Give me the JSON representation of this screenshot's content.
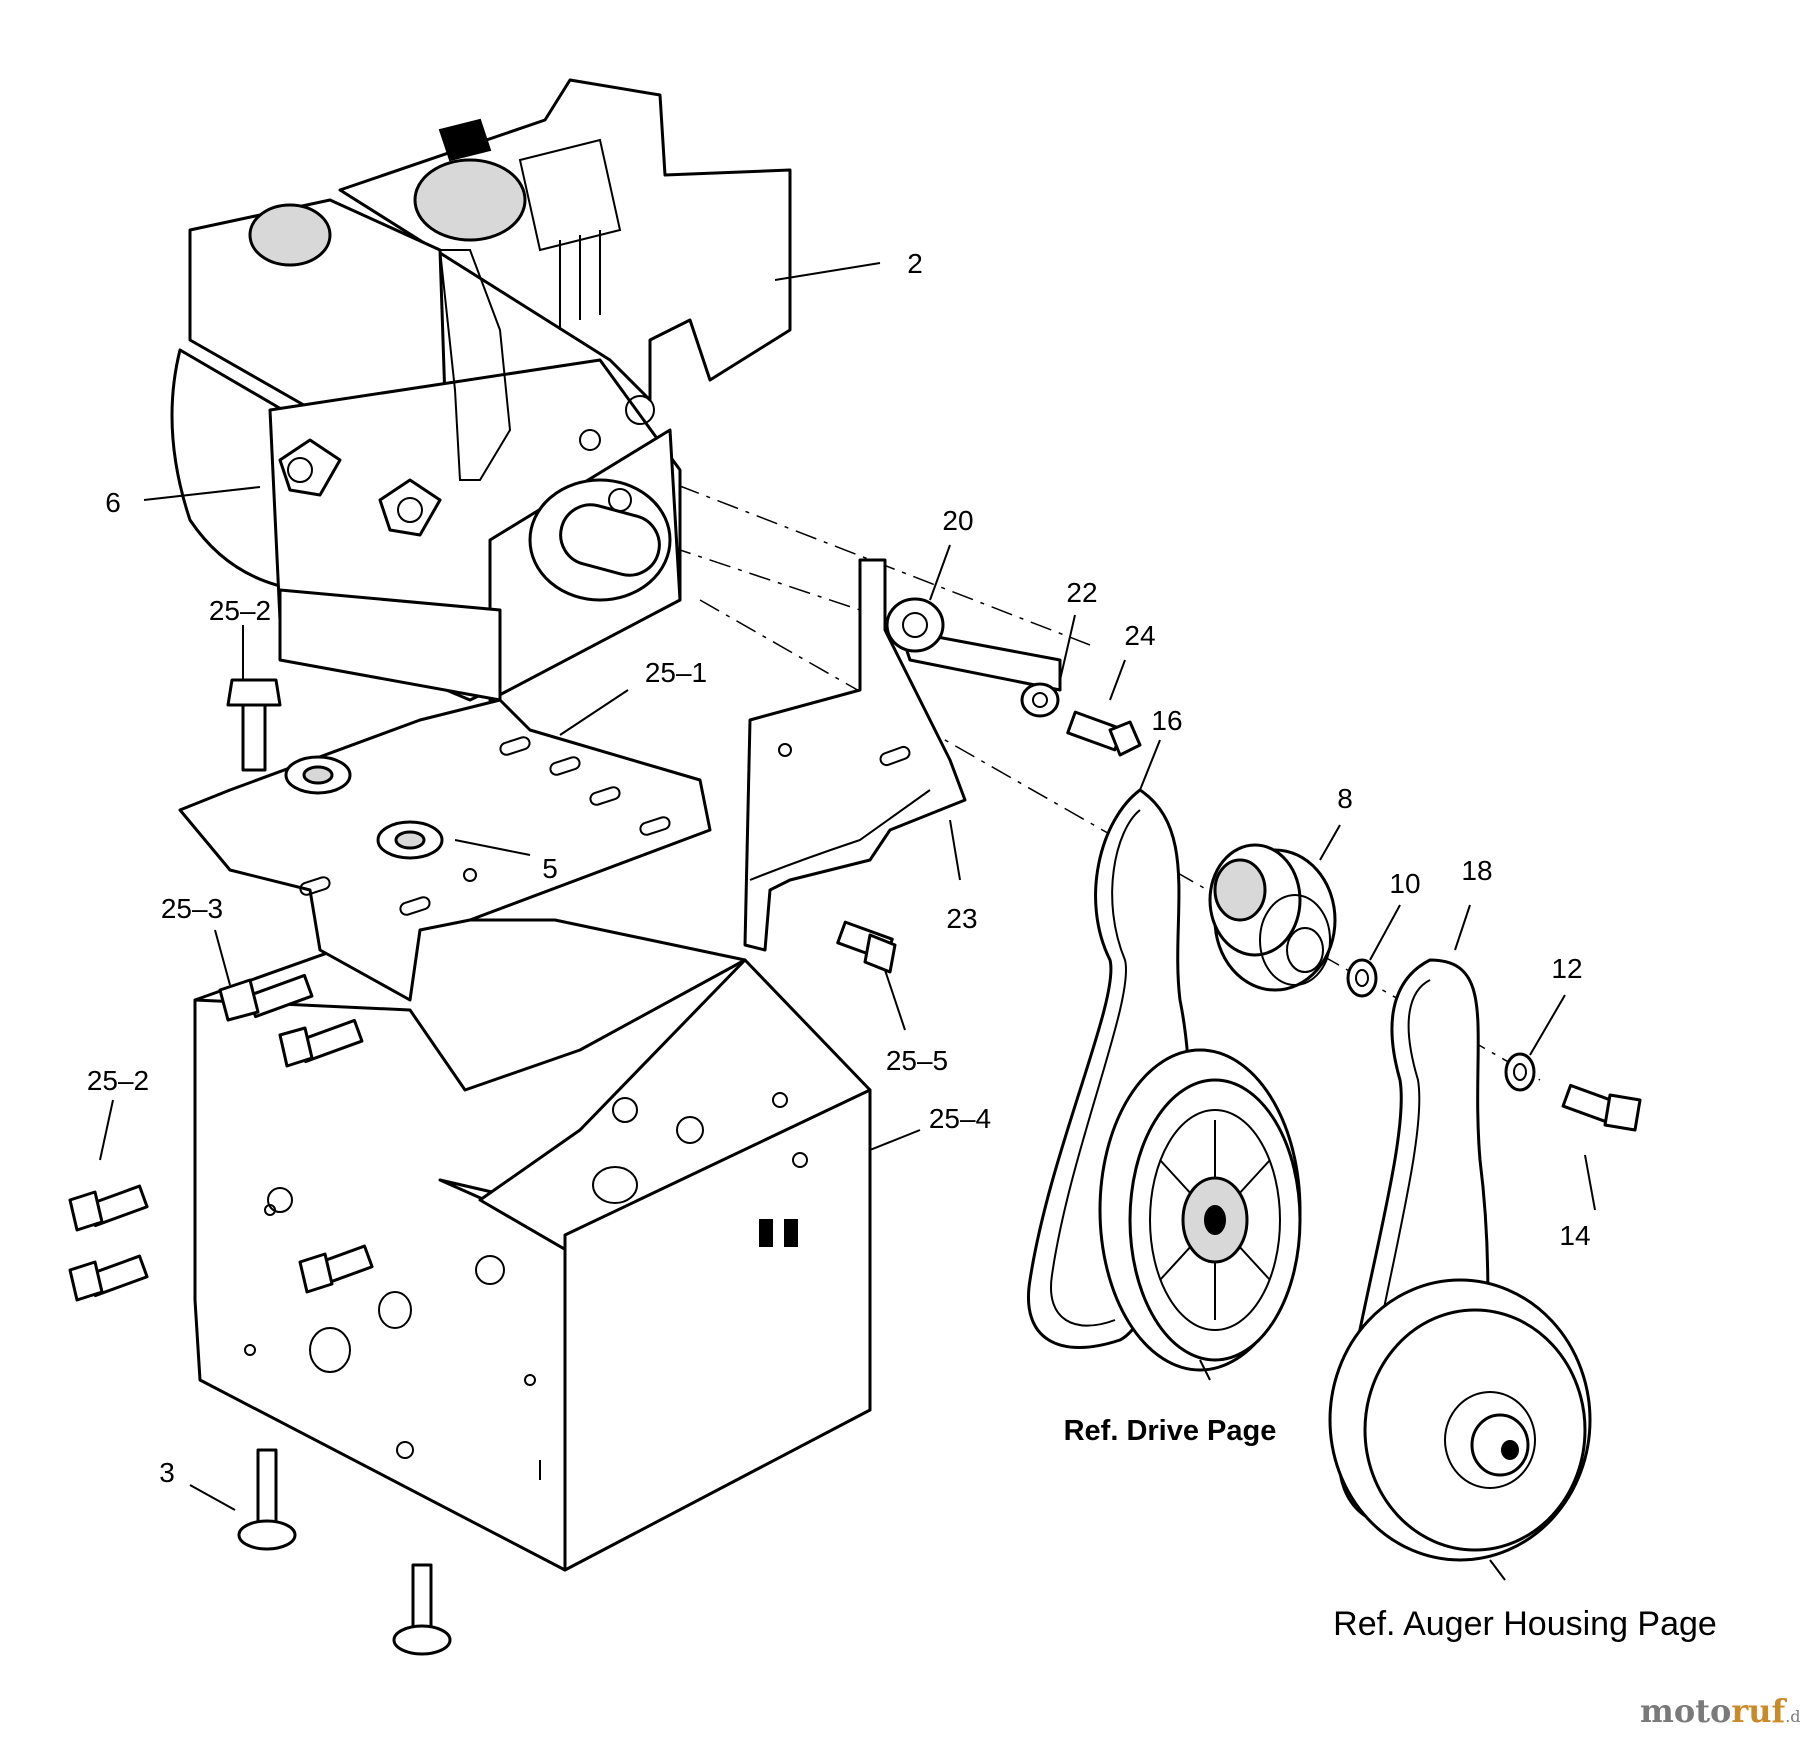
{
  "callouts": [
    {
      "id": "2",
      "text": "2"
    },
    {
      "id": "6",
      "text": "6"
    },
    {
      "id": "20",
      "text": "20"
    },
    {
      "id": "22",
      "text": "22"
    },
    {
      "id": "24",
      "text": "24"
    },
    {
      "id": "16",
      "text": "16"
    },
    {
      "id": "25-2a",
      "text": "25–2"
    },
    {
      "id": "25-1",
      "text": "25–1"
    },
    {
      "id": "8",
      "text": "8"
    },
    {
      "id": "10",
      "text": "10"
    },
    {
      "id": "18",
      "text": "18"
    },
    {
      "id": "5",
      "text": "5"
    },
    {
      "id": "25-3",
      "text": "25–3"
    },
    {
      "id": "23",
      "text": "23"
    },
    {
      "id": "12",
      "text": "12"
    },
    {
      "id": "25-5",
      "text": "25–5"
    },
    {
      "id": "25-2b",
      "text": "25–2"
    },
    {
      "id": "25-4",
      "text": "25–4"
    },
    {
      "id": "14",
      "text": "14"
    },
    {
      "id": "3",
      "text": "3"
    }
  ],
  "references": {
    "drive_page": "Ref. Drive Page",
    "auger_housing_page": "Ref. Auger Housing Page"
  },
  "watermark": {
    "part1": "moto",
    "part2": "ruf",
    "suffix": ".de"
  }
}
